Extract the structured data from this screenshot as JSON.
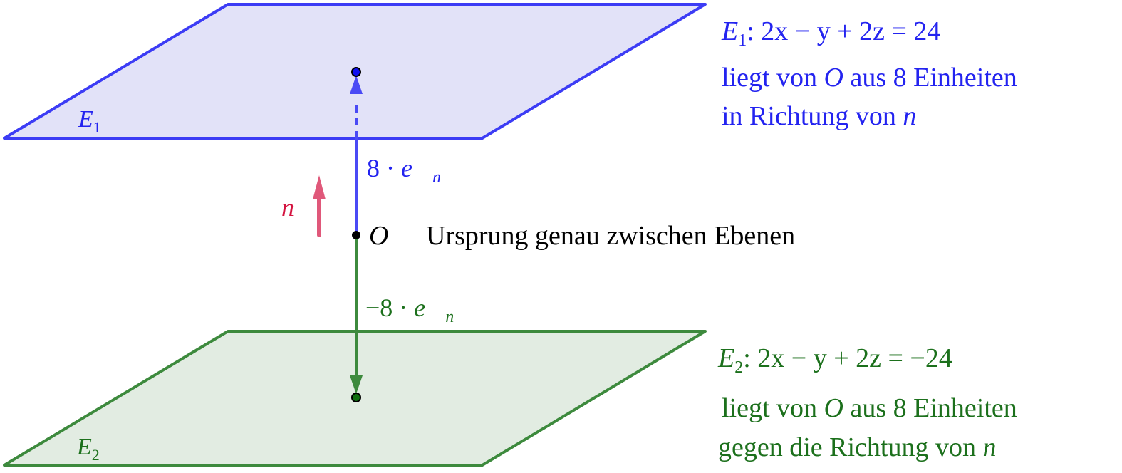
{
  "colors": {
    "plane1_line": "#3c3cf5",
    "plane1_fill": "#e2e2f8",
    "plane2_line": "#3d8a3d",
    "plane2_fill": "#e2ece2",
    "normal_arrow": "#e0587a",
    "text_blue": "#2323f0",
    "text_green": "#1c701c",
    "text_red": "#d4133f"
  },
  "plane1": {
    "label": "E",
    "label_sub": "1",
    "equation": ": 2x − y + 2z = 24",
    "desc_line1_a": "liegt von ",
    "desc_line1_o": "O",
    "desc_line1_b": " aus 8 Einheiten",
    "desc_line2": "in Richtung von ",
    "desc_line2_n": "n⃗"
  },
  "plane2": {
    "label": "E",
    "label_sub": "2",
    "equation": ": 2x − y + 2z = −24",
    "desc_line1_a": "liegt von ",
    "desc_line1_o": "O",
    "desc_line1_b": " aus 8 Einheiten",
    "desc_line2": "gegen die Richtung von ",
    "desc_line2_n": "n⃗"
  },
  "vectors": {
    "up_coeff": "8 · ",
    "up_vec": "e⃗",
    "up_sub": "n",
    "down_coeff": "−8 · ",
    "down_vec": "e⃗",
    "down_sub": "n",
    "normal": "n⃗"
  },
  "origin": {
    "label": "O",
    "description": "Ursprung genau zwischen Ebenen"
  }
}
